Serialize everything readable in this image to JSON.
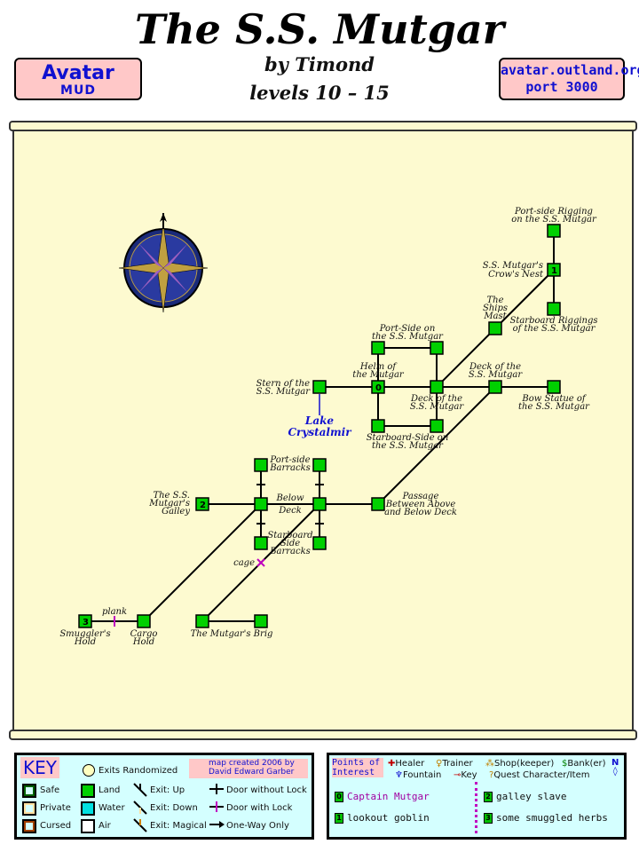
{
  "header": {
    "title": "The S.S. Mutgar",
    "byline": "by Timond",
    "levels": "levels 10 – 15"
  },
  "banner_left": {
    "line1": "Avatar",
    "line2": "MUD"
  },
  "banner_right": {
    "line1": "avatar.outland.org",
    "line2": "port 3000"
  },
  "map": {
    "lake_label": [
      "Lake",
      "Crystalmir"
    ],
    "rooms": [
      {
        "id": "ps-rigging",
        "label": [
          "Port-side Rigging",
          "on the S.S. Mutgar"
        ]
      },
      {
        "id": "crows-nest",
        "label": [
          "S.S. Mutgar's",
          "Crow's Nest"
        ],
        "number": "1"
      },
      {
        "id": "sb-rigging",
        "label": [
          "Starboard Riggings",
          "of the S.S. Mutgar"
        ]
      },
      {
        "id": "ships-mast",
        "label": [
          "The",
          "Ships",
          "Mast"
        ]
      },
      {
        "id": "port-side",
        "label": [
          "Port-Side on",
          "the S.S. Mutgar"
        ]
      },
      {
        "id": "helm",
        "label": [
          "Helm of",
          "the Mutgar"
        ],
        "number": "0"
      },
      {
        "id": "stern",
        "label": [
          "Stern of the",
          "S.S. Mutgar"
        ]
      },
      {
        "id": "deck-center",
        "label": [
          "Deck of the",
          "S.S. Mutgar"
        ]
      },
      {
        "id": "deck-right",
        "label": [
          "Deck of the",
          "S.S. Mutgar"
        ]
      },
      {
        "id": "bow-statue",
        "label": [
          "Bow Statue of",
          "the S.S. Mutgar"
        ]
      },
      {
        "id": "starboard-side",
        "label": [
          "Starboard-Side on",
          "the S.S. Mutgar"
        ]
      },
      {
        "id": "ps-barracks",
        "label": [
          "Port-side",
          "Barracks"
        ]
      },
      {
        "id": "galley",
        "label": [
          "The S.S.",
          "Mutgar's",
          "Galley"
        ],
        "number": "2"
      },
      {
        "id": "below-deck",
        "label": [
          "Below",
          "Deck"
        ]
      },
      {
        "id": "passage",
        "label": [
          "Passage",
          "Between Above",
          "and Below Deck"
        ]
      },
      {
        "id": "sb-barracks",
        "label": [
          "Starboard",
          "Side",
          "Barracks"
        ]
      },
      {
        "id": "smugglers-hold",
        "label": [
          "Smuggler's",
          "Hold"
        ],
        "number": "3"
      },
      {
        "id": "cargo-hold",
        "label": [
          "Cargo",
          "Hold"
        ]
      },
      {
        "id": "brig",
        "label": [
          "The Mutgar's Brig"
        ]
      }
    ],
    "door_labels": {
      "plank": "plank",
      "cage": "cage"
    }
  },
  "key": {
    "title": "KEY",
    "credit": [
      "map created 2006 by",
      "David Edward Garber"
    ],
    "exits_randomized": "Exits Randomized",
    "safe": "Safe",
    "private": "Private",
    "cursed": "Cursed",
    "land": "Land",
    "water": "Water",
    "air": "Air",
    "exit_up": "Exit: Up",
    "exit_down": "Exit: Down",
    "exit_magical": "Exit: Magical",
    "door_no_lock": "Door without Lock",
    "door_lock": "Door with Lock",
    "one_way": "One-Way Only",
    "colors": {
      "land": "#00d000",
      "water": "#00e0e0",
      "air": "#ffffff",
      "safe": "#006000",
      "private": "#ffe0a0",
      "cursed": "#a04000"
    }
  },
  "poi": {
    "title": [
      "Points of",
      "Interest"
    ],
    "legend": [
      "Healer",
      "Trainer",
      "Shop(keeper)",
      "Bank(er)",
      "Fountain",
      "Key",
      "Quest Character/Item"
    ],
    "items": [
      {
        "num": "0",
        "text": "Captain Mutgar"
      },
      {
        "num": "1",
        "text": "lookout goblin"
      },
      {
        "num": "2",
        "text": "galley slave"
      },
      {
        "num": "3",
        "text": "some smuggled herbs"
      }
    ]
  }
}
